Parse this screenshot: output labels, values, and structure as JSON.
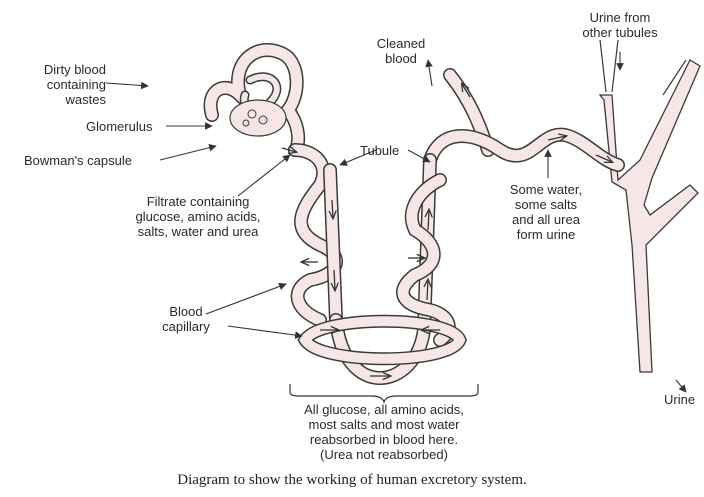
{
  "labels": {
    "dirty_blood": [
      "Dirty blood",
      "containing",
      "wastes"
    ],
    "glomerulus": "Glomerulus",
    "bowmans_capsule": "Bowman's capsule",
    "filtrate": [
      "Filtrate containing",
      "glucose, amino acids,",
      "salts, water and urea"
    ],
    "blood_capillary": [
      "Blood",
      "capillary"
    ],
    "cleaned_blood": [
      "Cleaned",
      "blood"
    ],
    "tubule": "Tubule",
    "urine_from": [
      "Urine from",
      "other tubules"
    ],
    "some_water": [
      "Some water,",
      "some salts",
      "and all urea",
      "form urine"
    ],
    "reabsorbed": [
      "All glucose, all amino acids,",
      "most salts and most water",
      "reabsorbed in blood here.",
      "(Urea not reabsorbed)"
    ],
    "urine": "Urine"
  },
  "caption": "Diagram to show the working of human excretory system.",
  "colors": {
    "tube_fill": "#f6e6e6",
    "outline": "#3a3a3a",
    "arrow": "#333333"
  }
}
